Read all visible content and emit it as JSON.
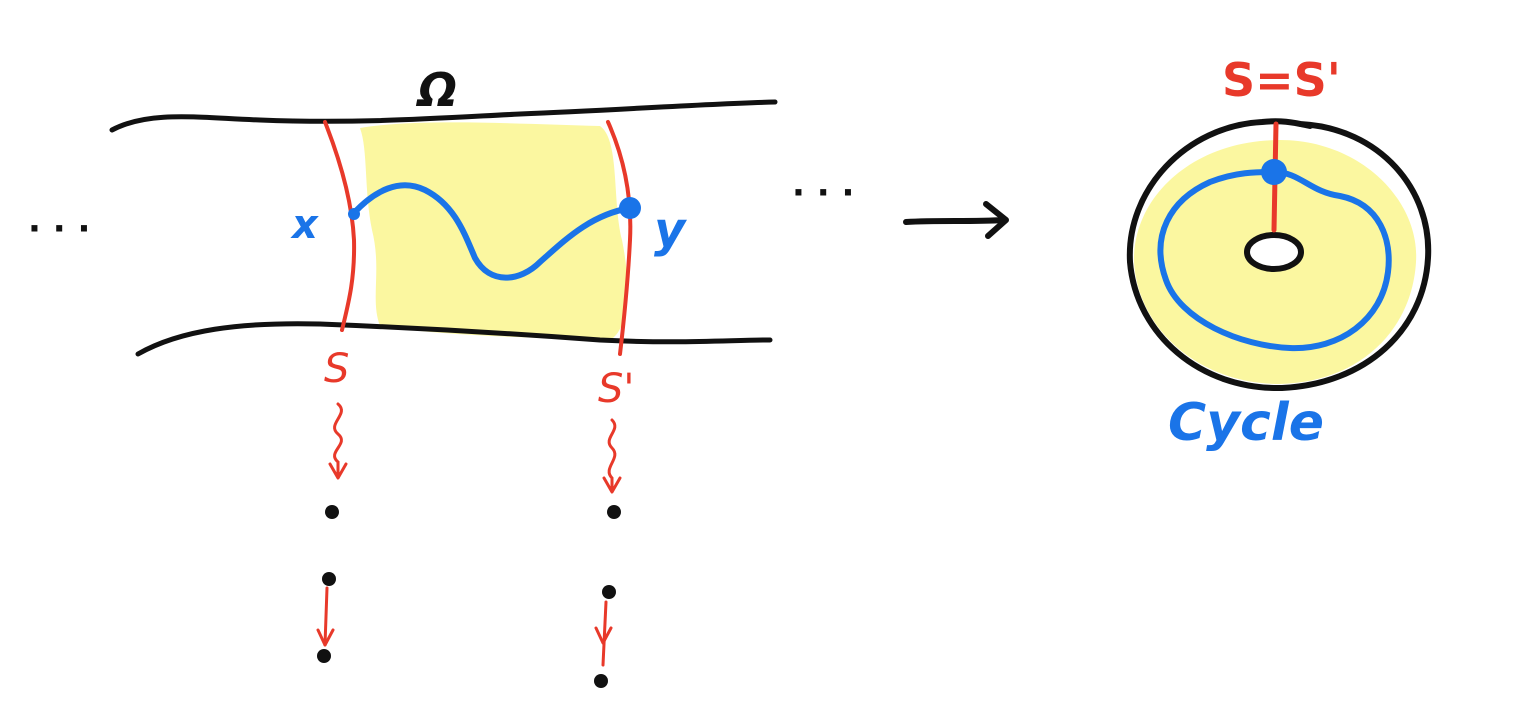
{
  "labels": {
    "omega": "Ω",
    "x": "x",
    "y": "y",
    "s": "S",
    "s_prime": "S'",
    "s_eq": "S=S'",
    "cycle": "Cycle",
    "dots_left": "· · ·",
    "dots_right": "· · ·"
  },
  "colors": {
    "ink": "#111111",
    "red": "#e8392a",
    "blue": "#1a74e8",
    "highlight": "#fbf7a0"
  },
  "icons": {
    "arrow": "arrow-right-icon"
  }
}
